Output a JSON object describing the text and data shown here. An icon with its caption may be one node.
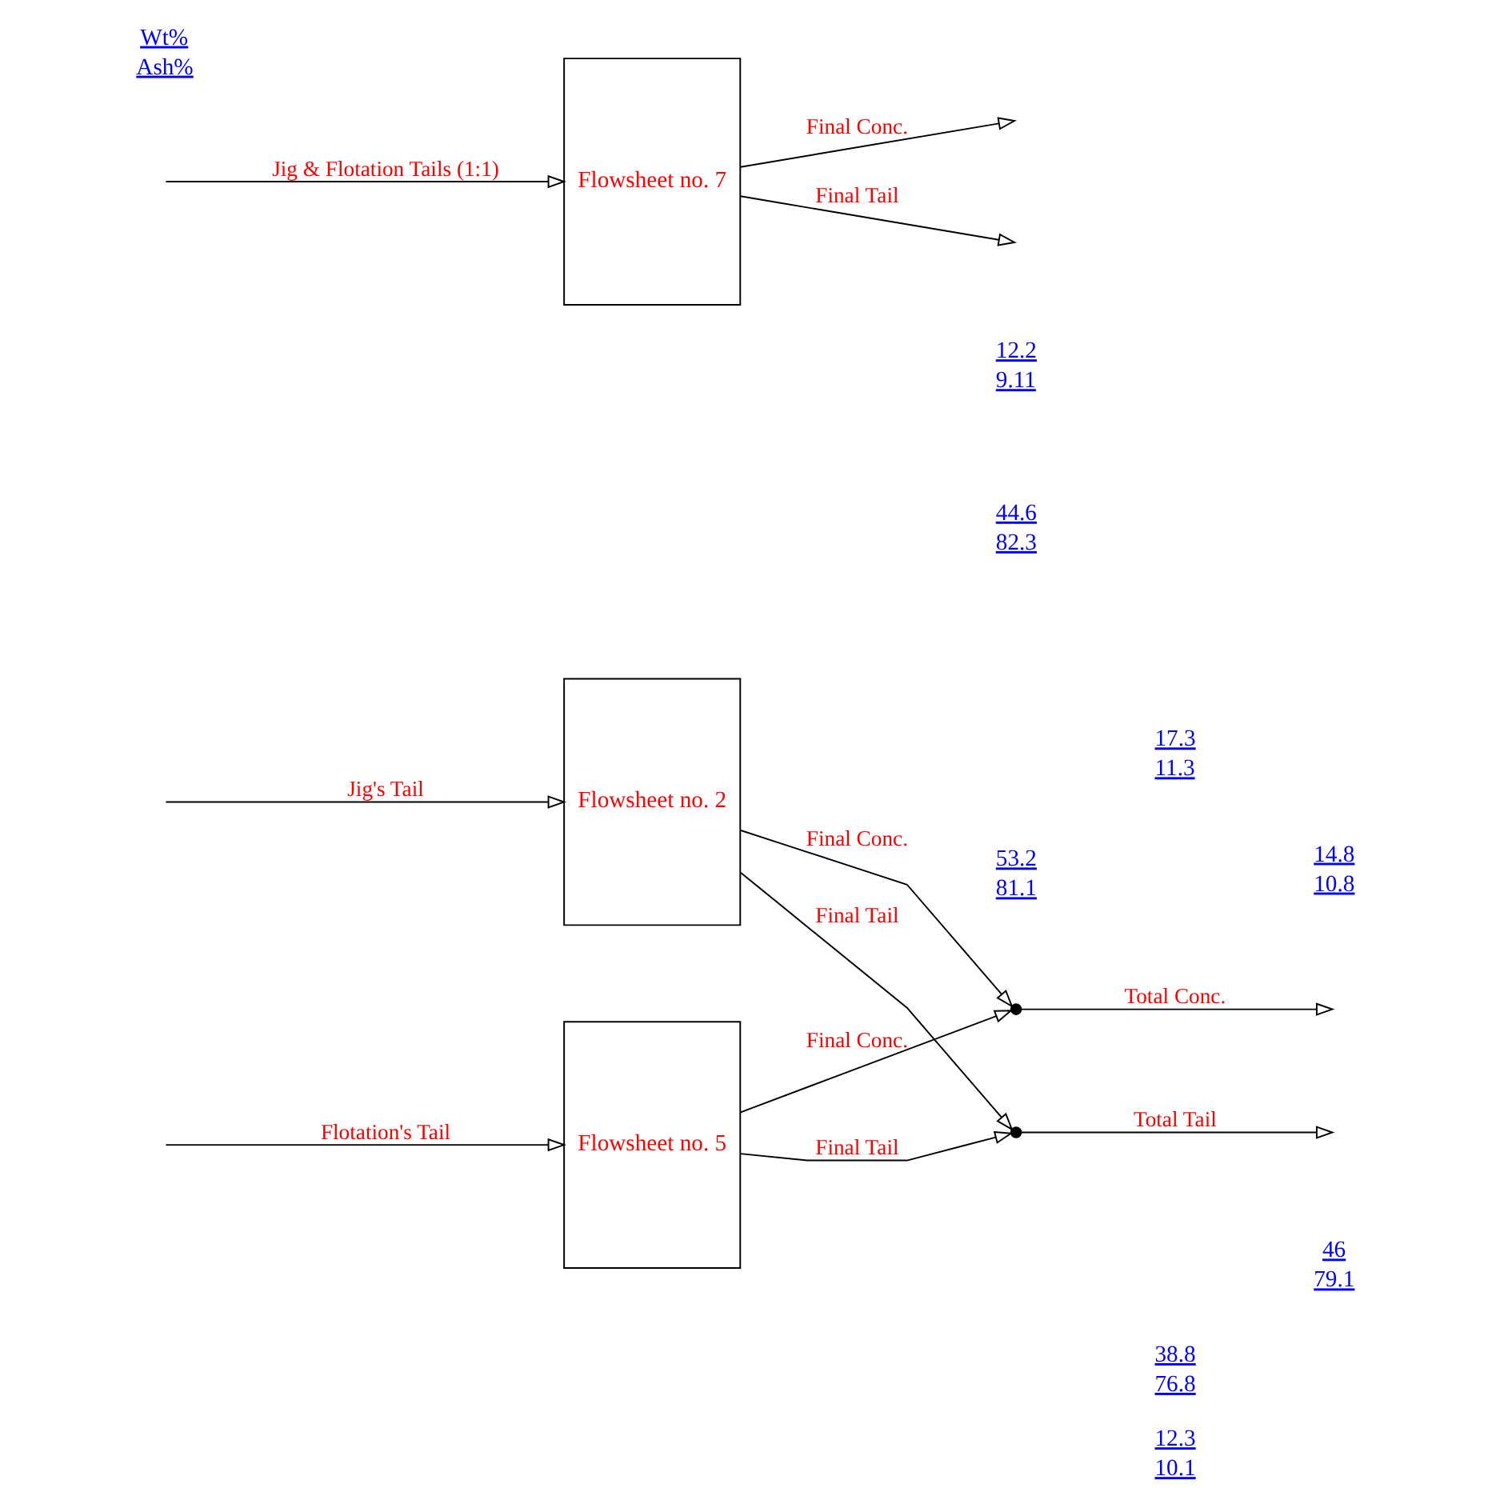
{
  "diagram": {
    "nodes": [
      {
        "text": [
          "Flowsheet no. 2"
        ]
      },
      {
        "text": [
          "Flowsheet no. 5"
        ]
      },
      {
        "text": [
          "Flowsheet no. 7"
        ]
      },
      {
        "text": [],
        "shape": "circle"
      },
      {
        "text": [],
        "shape": "circle"
      }
    ],
    "edges": [
      {
        "from": null,
        "to": 0,
        "arrow": "to",
        "label": "Jig's Tail"
      },
      {
        "from": null,
        "to": 1,
        "arrow": "to",
        "label": "Flotation's Tail"
      },
      {
        "from": null,
        "to": 2,
        "arrow": "to",
        "label": "Jig & Flotation Tails (1:1)"
      },
      {
        "from": 0,
        "to": 3,
        "arrow": "to",
        "label": "Final Conc."
      },
      {
        "from": 0,
        "to": 4,
        "arrow": "to",
        "label": "Final Tail"
      },
      {
        "from": 1,
        "to": 4,
        "arrow": "to",
        "label": "Final Tail"
      },
      {
        "from": 1,
        "to": 3,
        "arrow": "to",
        "label": "Final Conc."
      },
      {
        "from": 3,
        "to": null,
        "arrow": "to",
        "label": "Total Conc."
      },
      {
        "from": 4,
        "to": null,
        "arrow": "to",
        "label": "Total Tail"
      },
      {
        "from": 2,
        "to": null,
        "arrow": "to",
        "label": "Final Conc."
      },
      {
        "from": 2,
        "to": null,
        "arrow": "to",
        "label": "Final Tail"
      }
    ],
    "labels": [
      "17.3",
      "11.3",
      "53.2",
      "81.1",
      "38.8",
      "76.8",
      "12.3",
      "10.1",
      "14.8",
      "10.8",
      "46",
      "79.1",
      "12.2",
      "9.11",
      "44.6",
      "82.3",
      "Wt%",
      "Ash%"
    ]
  }
}
